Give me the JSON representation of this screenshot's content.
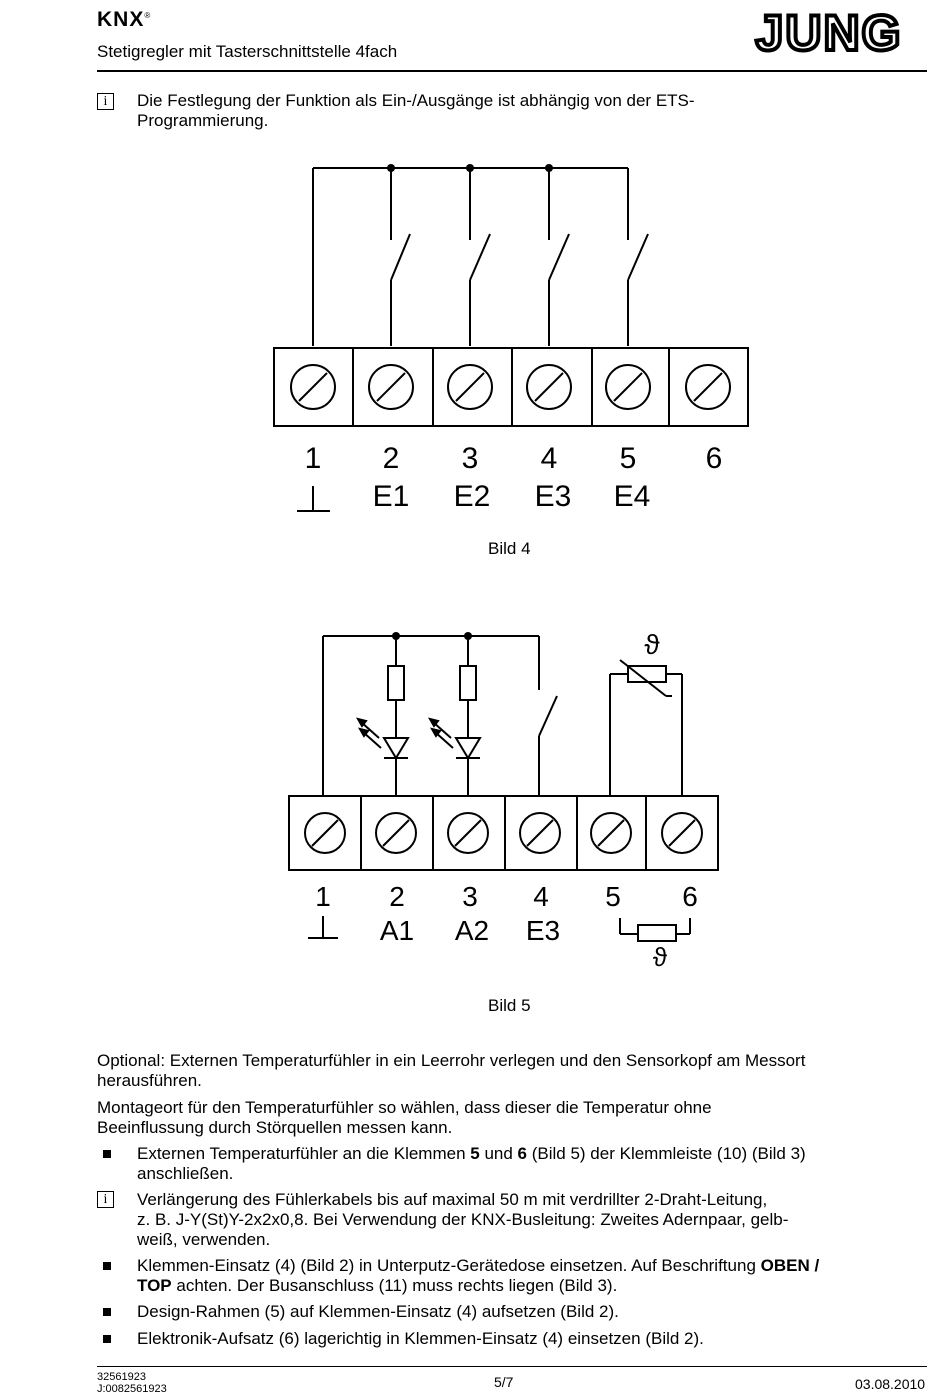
{
  "header": {
    "brand": "KNX",
    "brand_mark": "®",
    "title": "Stetigregler mit Tasterschnittstelle 4fach",
    "logo_text": "JUNG"
  },
  "intro_note": {
    "icon": "info-icon",
    "line1": "Die Festlegung der Funktion als Ein-/Ausgänge ist abhängig von der ETS-",
    "line2": "Programmierung."
  },
  "figure4": {
    "caption": "Bild 4",
    "terminals": [
      {
        "num": "1",
        "label": "⊥"
      },
      {
        "num": "2",
        "label": "E1"
      },
      {
        "num": "3",
        "label": "E2"
      },
      {
        "num": "4",
        "label": "E3"
      },
      {
        "num": "5",
        "label": "E4"
      },
      {
        "num": "6",
        "label": ""
      }
    ]
  },
  "figure5": {
    "caption": "Bild 5",
    "sensor_symbol": "ϑ",
    "terminals": [
      {
        "num": "1",
        "label": "⊥"
      },
      {
        "num": "2",
        "label": "A1"
      },
      {
        "num": "3",
        "label": "A2"
      },
      {
        "num": "4",
        "label": "E3"
      },
      {
        "num": "5",
        "label": ""
      },
      {
        "num": "6",
        "label": ""
      }
    ]
  },
  "body": {
    "p1_line1": "Optional: Externen Temperaturfühler in ein Leerrohr verlegen und den Sensorkopf am Messort",
    "p1_line2": "herausführen.",
    "p2_line1": "Montageort für den Temperaturfühler so wählen, dass dieser die Temperatur ohne",
    "p2_line2": "Beeinflussung durch Störquellen messen kann.",
    "b1_a": "Externen Temperaturfühler an die Klemmen ",
    "b1_b": "5",
    "b1_c": " und ",
    "b1_d": "6",
    "b1_e": " (Bild 5) der Klemmleiste (10) (Bild 3)",
    "b1_line2": "anschließen.",
    "n1_line1": "Verlängerung des Fühlerkabels bis auf maximal 50 m mit verdrillter 2-Draht-Leitung,",
    "n1_line2": "z. B. J-Y(St)Y-2x2x0,8. Bei Verwendung der KNX-Busleitung: Zweites Adernpaar, gelb-",
    "n1_line3": "weiß, verwenden.",
    "b2_a": "Klemmen-Einsatz (4) (Bild 2) in Unterputz-Gerätedose einsetzen. Auf Beschriftung ",
    "b2_b": "OBEN /",
    "b2_c": "TOP",
    "b2_d": " achten. Der Busanschluss (11) muss rechts liegen (Bild 3).",
    "b3": "Design-Rahmen (5) auf Klemmen-Einsatz (4) aufsetzen (Bild 2).",
    "b4": "Elektronik-Aufsatz (6) lagerichtig in Klemmen-Einsatz (4) einsetzen (Bild 2)."
  },
  "footer": {
    "code1": "32561923",
    "code2": "J:0082561923",
    "page": "5/7",
    "date": "03.08.2010"
  }
}
